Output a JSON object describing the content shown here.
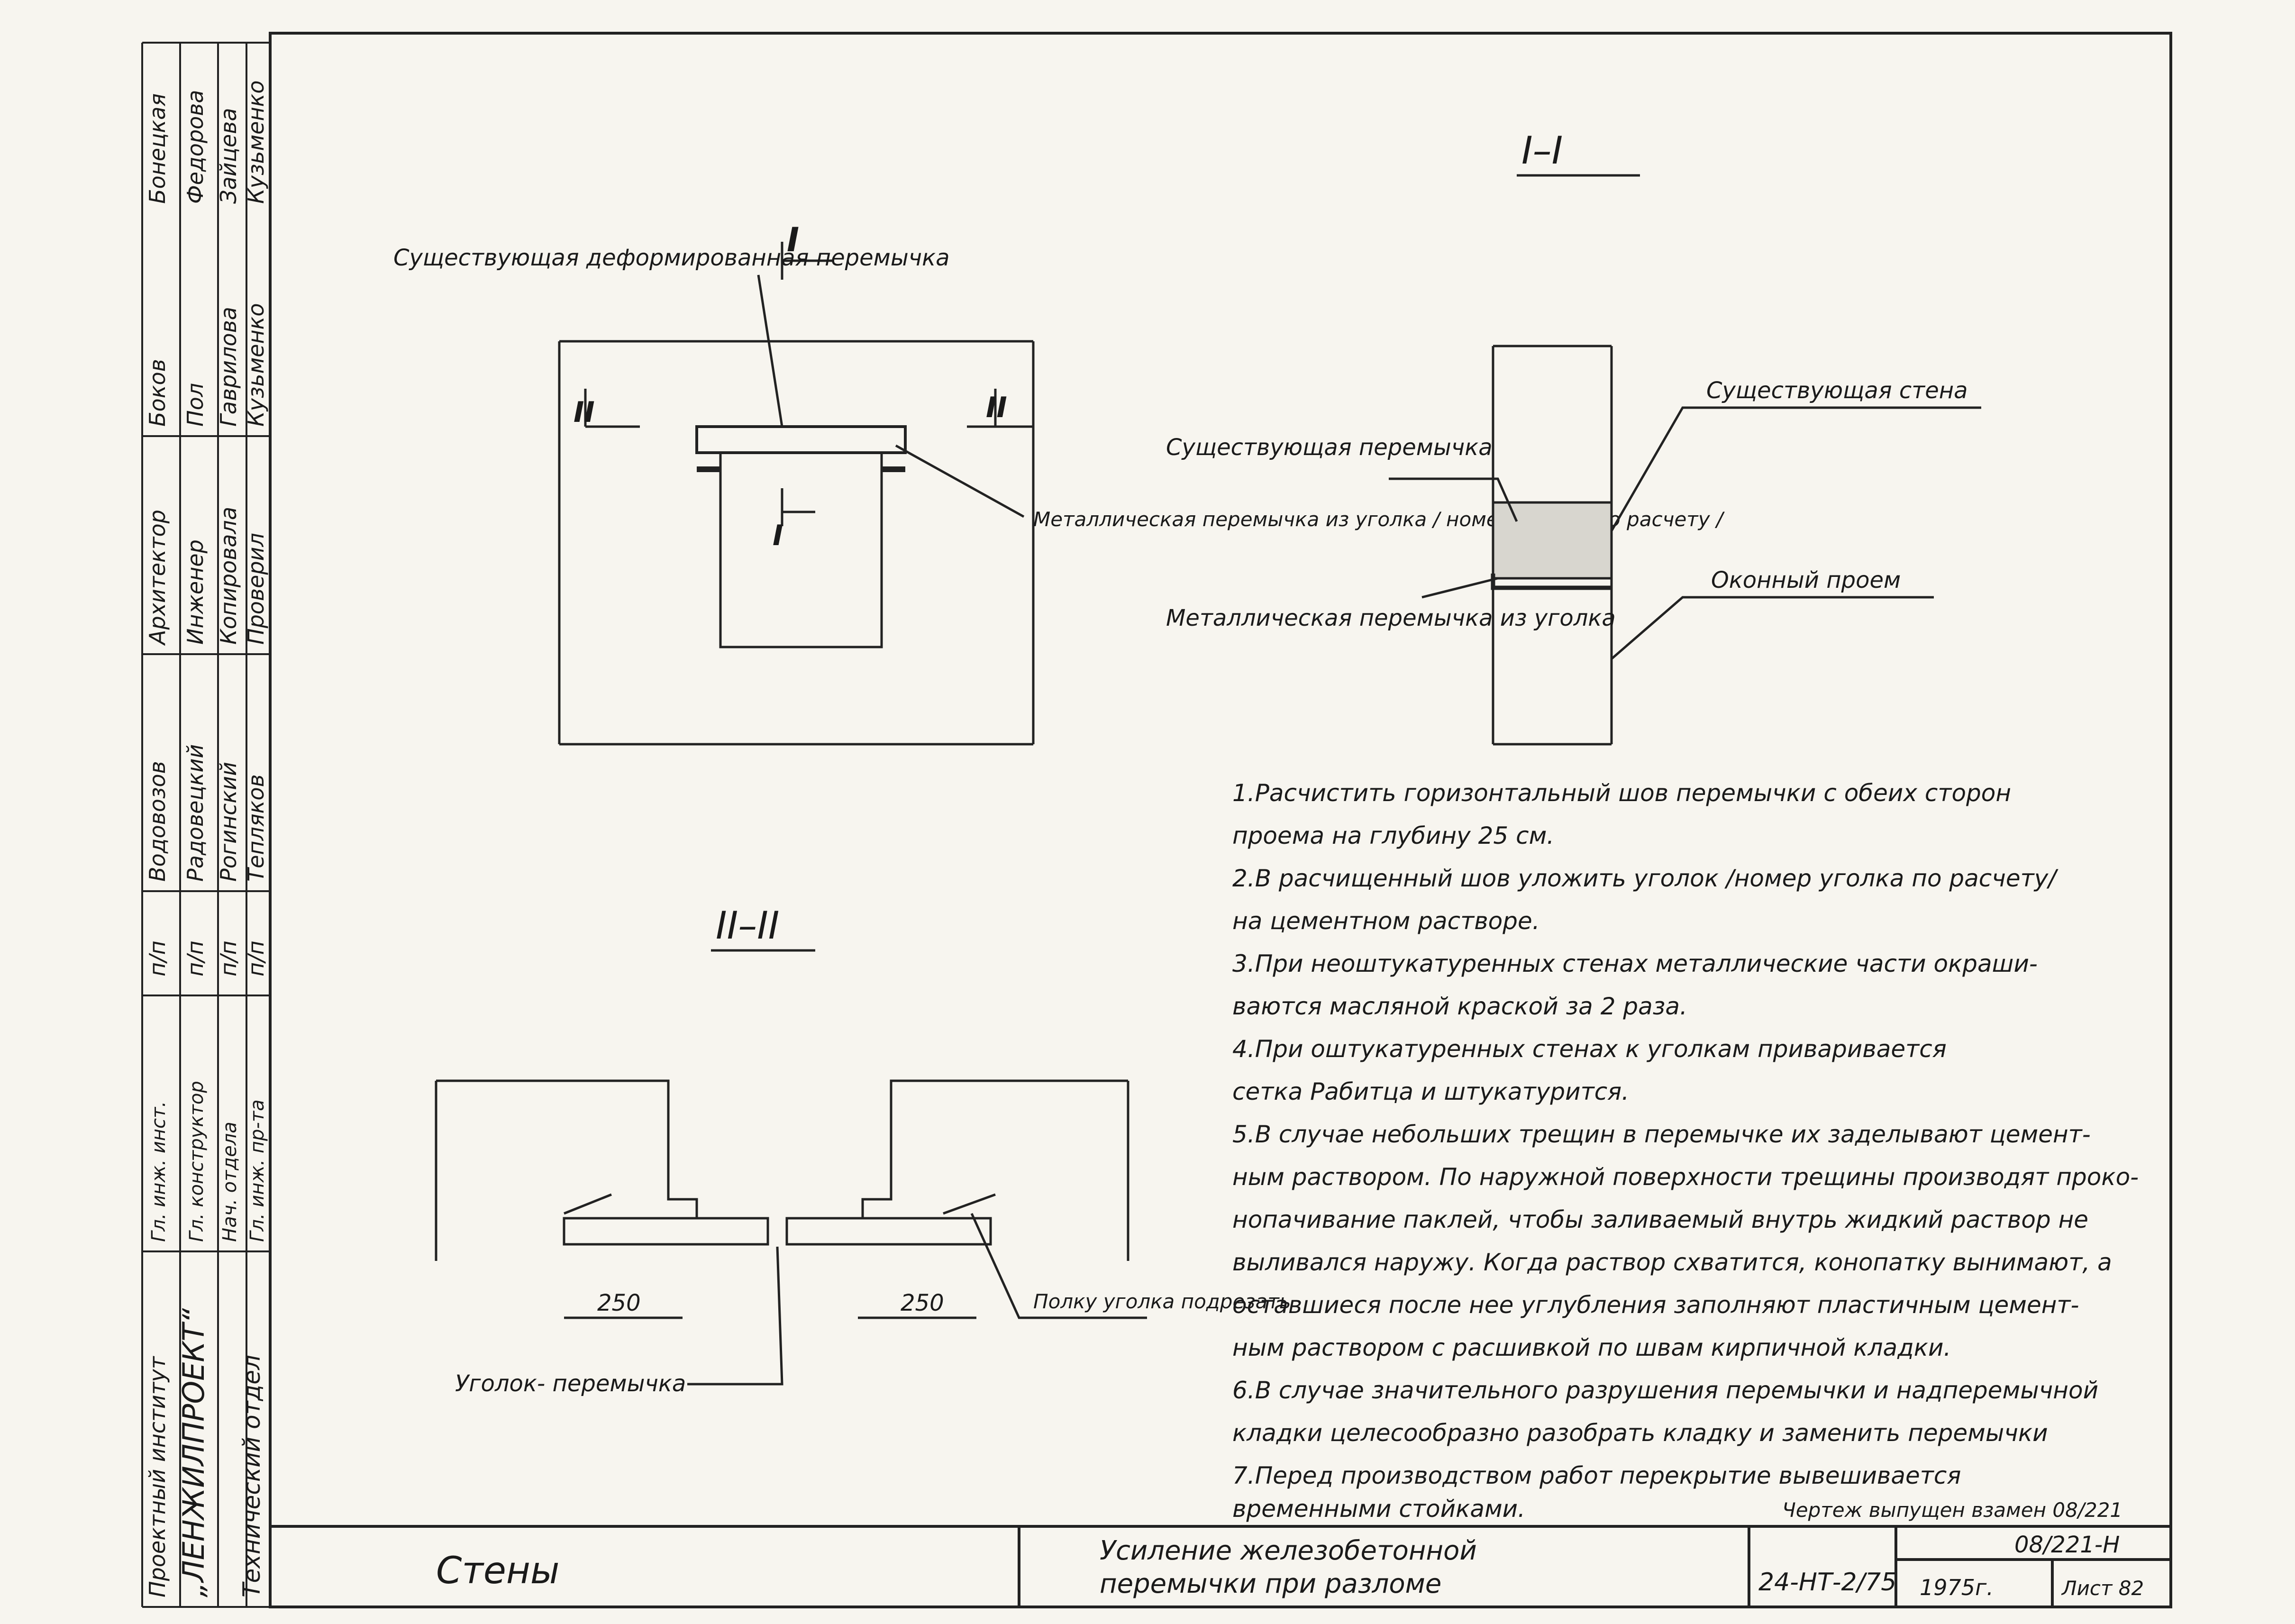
{
  "sidebar": {
    "org_line1": "Проектный институт",
    "org_line2": "„ЛЕНЖИЛПРОЕКТ“",
    "dept": "Технический отдел",
    "rows": [
      {
        "role": "Гл. инж. инст.",
        "pp": "п/п",
        "name": "Водовозов",
        "sig": ""
      },
      {
        "role": "Гл. конструктор",
        "pp": "п/п",
        "name": "Радовецкий",
        "sig": ""
      },
      {
        "role": "Нач. отдела",
        "pp": "п/п",
        "name": "Рогинский",
        "sig": ""
      },
      {
        "role": "Гл. инж. пр-та",
        "pp": "п/п",
        "name": "Тепляков",
        "sig": ""
      }
    ],
    "row2_roles": [
      "Архитектор",
      "Инженер",
      "Копировала",
      "Проверил"
    ],
    "row2_names": [
      "Боков",
      "Пол",
      "Гаврилова",
      "Кузьменко"
    ],
    "top_names": [
      "Бонецкая",
      "Федорова",
      "Зайцева",
      "Кузьменко"
    ]
  },
  "plan": {
    "top_label": "Существующая деформированная перемычка",
    "cut_top": "I",
    "cut_left": "II",
    "cut_right": "II",
    "cut_center": "I",
    "right_label": "Металлическая перемычка из уголка / номер уголка по расчету /"
  },
  "section_top": {
    "title": "I–I",
    "label_wall": "Существующая стена",
    "label_lintel": "Существующая перемычка",
    "label_metal": "Металлическая перемычка из уголка",
    "label_opening": "Оконный проем"
  },
  "section_bottom": {
    "title": "II–II",
    "dim_left": "250",
    "dim_right": "250",
    "label_angle": "Уголок- перемычка",
    "label_cut": "Полку уголка подрезать"
  },
  "notes": [
    "1.Расчистить горизонтальный шов перемычки с обеих сторон",
    "проема на глубину 25 см.",
    "2.В расчищенный шов уложить уголок /номер уголка по расчету/",
    "на цементном растворе.",
    "3.При неоштукатуренных стенах металлические части окраши-",
    "ваются масляной краской за 2 раза.",
    "4.При оштукатуренных стенах к уголкам приваривается",
    "сетка Рабитца и штукатурится.",
    "5.В случае небольших трещин в перемычке их заделывают цемент-",
    "ным раствором. По наружной поверхности трещины производят прокo-",
    "нопачивание паклей, чтобы заливаемый внутрь жидкий раствор не",
    "выливался наружу. Когда раствор схватится, конопатку вынимают, а",
    "оставшиеся после нее углубления заполняют пластичным цемент-",
    "ным раствором с расшивкой по швам кирпичной кладки.",
    "6.В случае значительного разрушения перемычки и надперемычной",
    "кладки целесообразно разобрать кладку и заменить перемычки",
    "7.Перед производством работ перекрытие вывешивается",
    "временными стойками."
  ],
  "stamp_note": "Чертеж выпущен взамен 08/221",
  "title_block": {
    "section": "Стены",
    "title_line1": "Усиление железобетонной",
    "title_line2": "перемычки при разломе",
    "code": "24-НТ-2/75",
    "doc_no": "08/221-Н",
    "year": "1975г.",
    "sheet": "Лист 82"
  }
}
